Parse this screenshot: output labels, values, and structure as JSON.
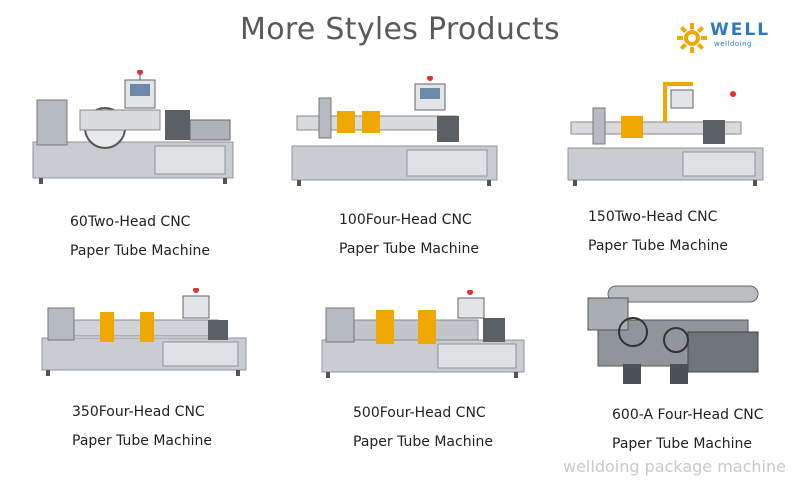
{
  "header": {
    "title": "More Styles Products"
  },
  "logo": {
    "name": "WELL",
    "tagline": "welldoing",
    "icon": "sun-gear-icon"
  },
  "products": [
    {
      "line1": "60Two-Head CNC",
      "line2": "Paper Tube Machine"
    },
    {
      "line1": "100Four-Head CNC",
      "line2": "Paper Tube Machine"
    },
    {
      "line1": "150Two-Head CNC",
      "line2": "Paper Tube Machine"
    },
    {
      "line1": "350Four-Head CNC",
      "line2": "Paper Tube Machine"
    },
    {
      "line1": "500Four-Head CNC",
      "line2": "Paper Tube Machine"
    },
    {
      "line1": "600-A Four-Head CNC",
      "line2": "Paper Tube Machine"
    }
  ],
  "watermark": "welldoing package machine",
  "colors": {
    "title": "#5a5a5a",
    "brand": "#2f79c4",
    "accent": "#f0a800",
    "frame": "#bfc3c8"
  }
}
